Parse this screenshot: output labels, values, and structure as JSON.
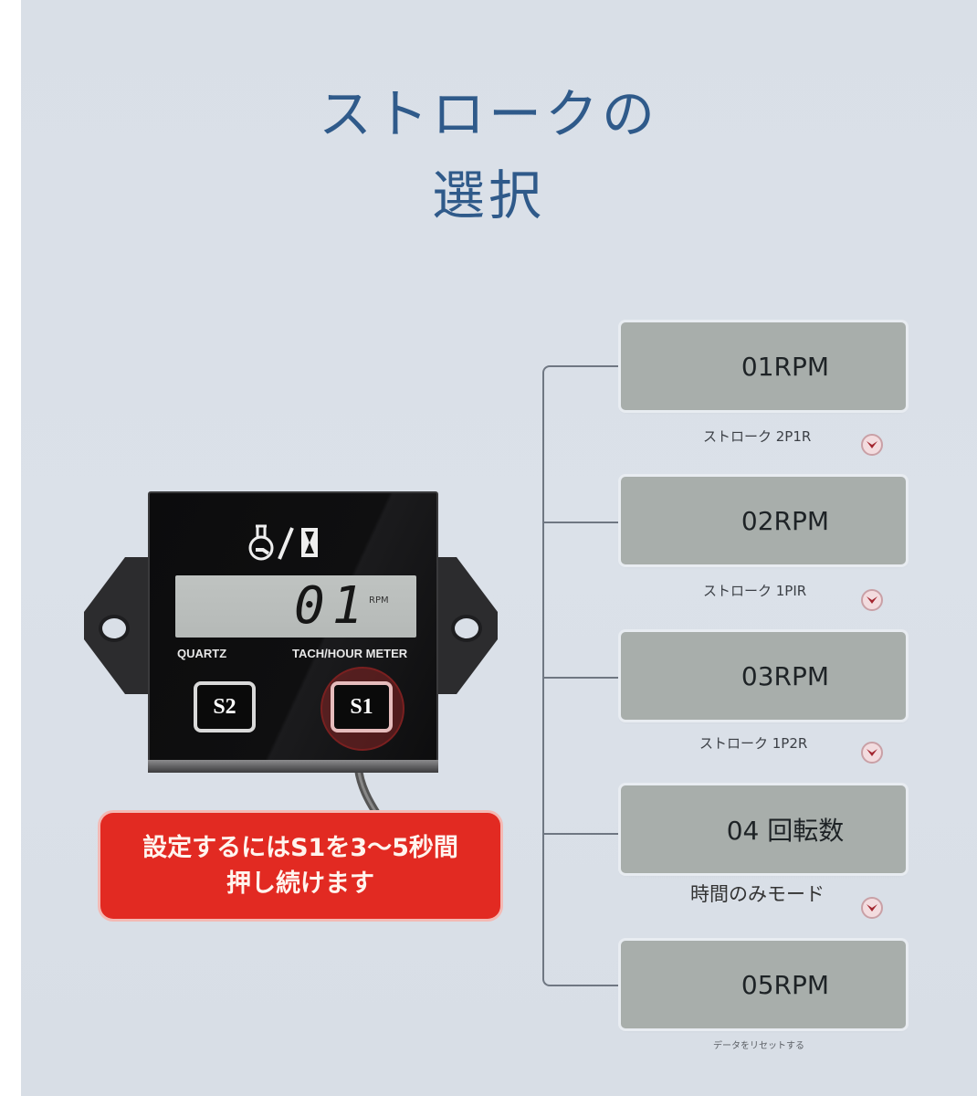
{
  "title": {
    "line1": "ストロークの",
    "line2": "選択",
    "color": "#2f5a8a"
  },
  "device": {
    "icon_left": "engine-oil-icon",
    "icon_right": "hourglass-icon",
    "lcd_value": "01",
    "lcd_unit": "RPM",
    "label_left": "QUARTZ",
    "label_right": "TACH/HOUR METER",
    "button_s2": "S2",
    "button_s1": "S1"
  },
  "notice": {
    "line1": "設定するにはS1を3〜5秒間",
    "line2": "押し続けます",
    "color": "#e22a22"
  },
  "options": [
    {
      "code": "01RPM",
      "caption": "ストローク 2P1R",
      "has_chevron": true
    },
    {
      "code": "02RPM",
      "caption": "ストローク 1PIR",
      "has_chevron": true
    },
    {
      "code": "03RPM",
      "caption": "ストローク 1P2R",
      "has_chevron": true
    },
    {
      "code": "04 回転数",
      "caption": "時間のみモード",
      "has_chevron": true
    },
    {
      "code": "05RPM",
      "caption": "データをリセットする",
      "has_chevron": false
    }
  ]
}
